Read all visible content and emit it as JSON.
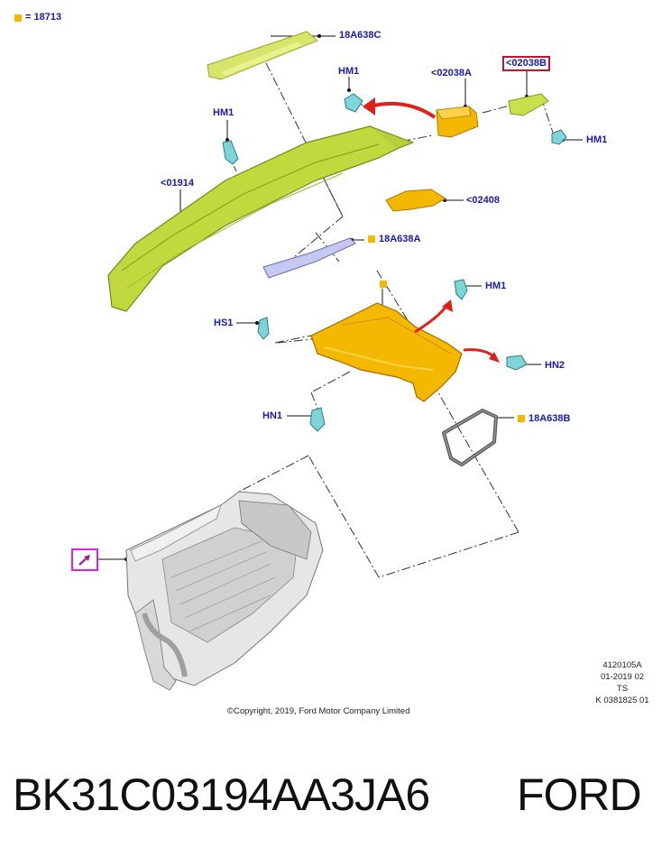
{
  "legend": {
    "symbol": "■",
    "eq": "=",
    "code": "18713"
  },
  "labels": {
    "a18A638C": "18A638C",
    "hm1_top": "HM1",
    "p02038A": "<02038A",
    "p02038B": "<02038B",
    "hm1_left": "HM1",
    "hm1_right": "HM1",
    "p01914": "<01914",
    "p02408": "<02408",
    "a18A638A": "18A638A",
    "hm1_mid": "HM1",
    "hs1": "HS1",
    "hn2": "HN2",
    "hn1": "HN1",
    "a18A638B": "18A638B"
  },
  "meta": {
    "line1": "4120105A",
    "line2": "01-2019 02",
    "line3": "TS",
    "line4": "K 0381825 01"
  },
  "copyright": "©Copyright, 2019, Ford Motor Company Limited",
  "footer": {
    "part_number": "BK31C03194AA3JA6",
    "brand": "FORD"
  },
  "colors": {
    "label_blue": "#1a1aa8",
    "green_part": "#c8e04a",
    "orange_part": "#f5b800",
    "red_arrow": "#e0201a",
    "clip_cyan": "#7fd4d8",
    "highlight_red": "#c8102e",
    "highlight_magenta": "#e020e0"
  }
}
